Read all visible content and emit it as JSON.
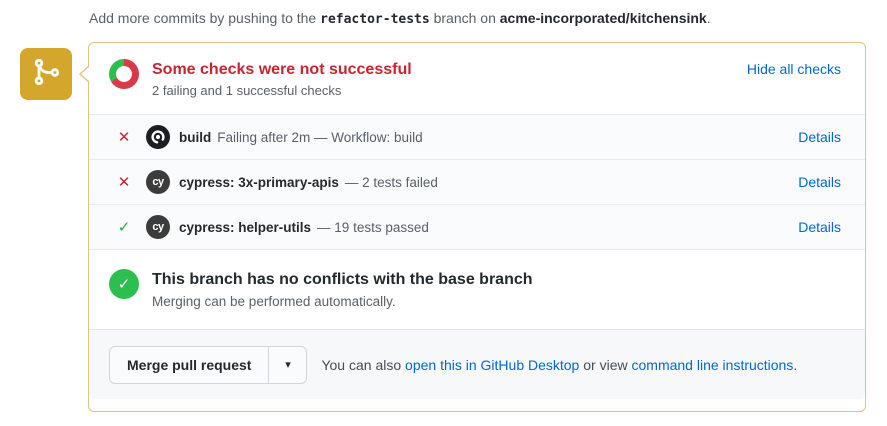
{
  "intro": {
    "prefix": "Add more commits by pushing to the",
    "branch": "refactor-tests",
    "middle": "branch on",
    "repo": "acme-incorporated/kitchensink",
    "suffix": "."
  },
  "checks_summary": {
    "title": "Some checks were not successful",
    "subtitle": "2 failing and 1 successful checks",
    "hide_link": "Hide all checks",
    "donut": {
      "fail_deg": 240,
      "failing": 2,
      "successful": 1
    }
  },
  "checks": [
    {
      "status": "fail",
      "app": "github-actions",
      "name": "build",
      "description": "Failing after 2m — Workflow: build",
      "details_label": "Details"
    },
    {
      "status": "fail",
      "app": "cypress",
      "name": "cypress: 3x-primary-apis",
      "description": "— 2 tests failed",
      "details_label": "Details"
    },
    {
      "status": "pass",
      "app": "cypress",
      "name": "cypress: helper-utils",
      "description": "— 19 tests passed",
      "details_label": "Details"
    }
  ],
  "mergeability": {
    "title": "This branch has no conflicts with the base branch",
    "subtitle": "Merging can be performed automatically."
  },
  "merge_bar": {
    "button_label": "Merge pull request",
    "text_prefix": "You can also",
    "desktop_link": "open this in GitHub Desktop",
    "text_middle": "or view",
    "cli_link": "command line instructions",
    "text_suffix": "."
  },
  "icons": {
    "fail_glyph": "✕",
    "pass_glyph": "✓",
    "caret_glyph": "▾",
    "cypress_label": "cy"
  },
  "colors": {
    "accent_yellow": "#d4a72c",
    "box_border": "#dfc384",
    "fail_red": "#cb2431",
    "pass_green": "#28a745",
    "donut_fail": "#d73a49",
    "donut_pass": "#2cbe4e",
    "link_blue": "#0366d6",
    "text_dark": "#24292e",
    "text_gray": "#586069"
  }
}
